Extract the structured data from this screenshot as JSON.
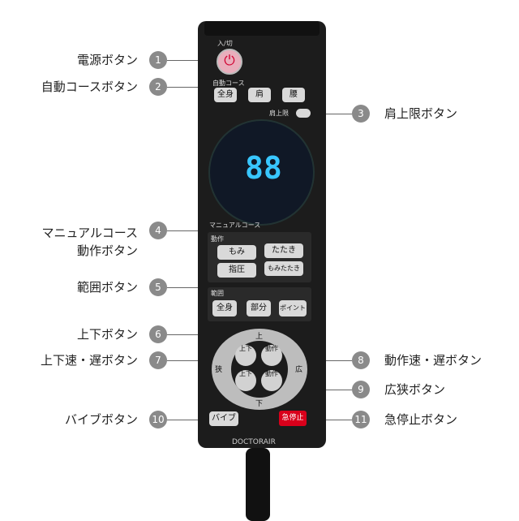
{
  "callouts": [
    {
      "num": "1",
      "label": "電源ボタン",
      "side": "left"
    },
    {
      "num": "2",
      "label": "自動コースボタン",
      "side": "left"
    },
    {
      "num": "3",
      "label": "肩上限ボタン",
      "side": "right"
    },
    {
      "num": "4",
      "label": "マニュアルコース\n動作ボタン",
      "side": "left"
    },
    {
      "num": "5",
      "label": "範囲ボタン",
      "side": "left"
    },
    {
      "num": "6",
      "label": "上下ボタン",
      "side": "left"
    },
    {
      "num": "7",
      "label": "上下速・遅ボタン",
      "side": "left"
    },
    {
      "num": "8",
      "label": "動作速・遅ボタン",
      "side": "right"
    },
    {
      "num": "9",
      "label": "広狭ボタン",
      "side": "right"
    },
    {
      "num": "10",
      "label": "バイブボタン",
      "side": "left"
    },
    {
      "num": "11",
      "label": "急停止ボタン",
      "side": "right"
    }
  ],
  "remote": {
    "power_label": "入/切",
    "auto_title": "自動コース",
    "auto_buttons": [
      "全身",
      "肩",
      "腰"
    ],
    "shoulder_limit": "肩上限",
    "manual_title": "マニュアルコース",
    "action_label": "動作",
    "action_buttons": [
      "もみ",
      "たたき",
      "指圧",
      "もみたたき"
    ],
    "range_label": "範囲",
    "range_buttons": [
      "全身",
      "部分",
      "ポイント"
    ],
    "dial_up": "上",
    "dial_down": "下",
    "dial_left": "狭",
    "dial_right": "広",
    "speed_updown_top": "上下",
    "speed_action_top": "動作",
    "speed_updown_bottom": "上下",
    "speed_action_bottom": "動作",
    "vibe": "バイブ",
    "stop": "急停止",
    "brand": "DOCTORAIR",
    "lcd_digits": "88"
  },
  "colors": {
    "accent": "#d9001b",
    "lcd": "#38c6ff",
    "num_bg": "#8a8a8a"
  }
}
